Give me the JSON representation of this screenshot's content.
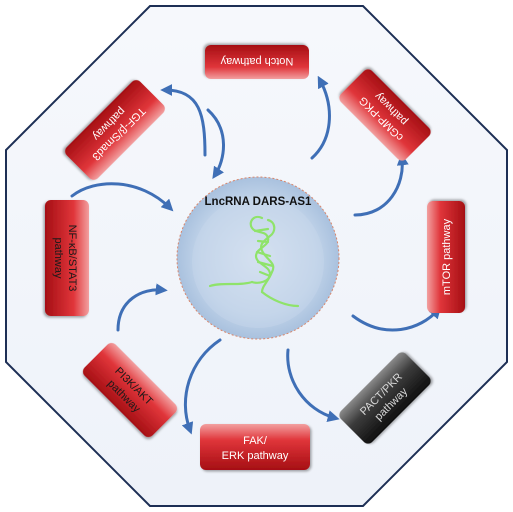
{
  "center": {
    "title": "LncRNA DARS-AS1"
  },
  "pathways": {
    "notch": {
      "line1": "Notch pathway"
    },
    "cgmp": {
      "line1": "cGMP-PKG",
      "line2": "pathway"
    },
    "mtor": {
      "line1": "mTOR pathway"
    },
    "pact": {
      "line1": "PACT/PKR",
      "line2": "pathway"
    },
    "fak": {
      "line1": "FAK/",
      "line2": "ERK pathway"
    },
    "pi3k": {
      "line1": "PI3K/AKT",
      "line2": "pathway"
    },
    "nfkb": {
      "line1": "NF-κB/STAT3",
      "line2": "pathway"
    },
    "tgf": {
      "line1": "TGF-β/Smad3",
      "line2": "pathway"
    }
  },
  "colors": {
    "pathway_red": "#d8232a",
    "pathway_grey": "#3a3a3a",
    "arrow_blue": "#3f6fb6",
    "octagon_fill": "#f3f6fb",
    "center_blue": "#b7cde6",
    "rna_green": "#8fe36a"
  },
  "icons": {
    "rna": "rna-hairpin-icon"
  }
}
